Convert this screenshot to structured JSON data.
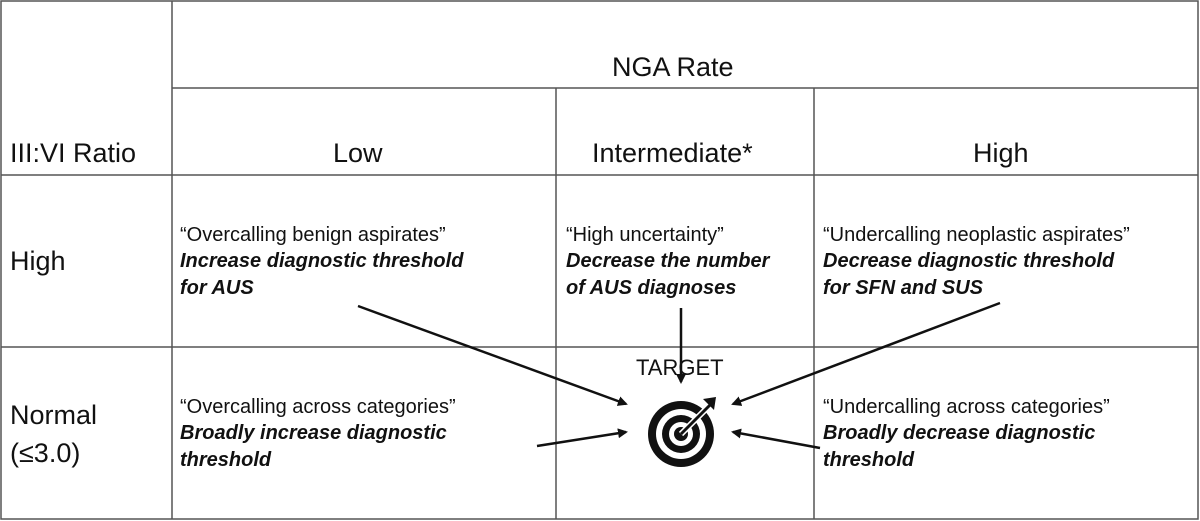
{
  "header": {
    "nga_rate": "NGA Rate",
    "ratio_label": "III:VI Ratio",
    "col_low": "Low",
    "col_intermediate": "Intermediate*",
    "col_high": "High"
  },
  "rows": {
    "high_label": "High",
    "normal_label_1": "Normal",
    "normal_label_2": "(≤3.0)"
  },
  "cells": {
    "high_low": {
      "quote": "“Overcalling benign aspirates”",
      "line1": "Increase diagnostic threshold",
      "line2": "for AUS"
    },
    "high_intermediate": {
      "quote": "“High uncertainty”",
      "line1": "Decrease the number",
      "line2": "of AUS diagnoses"
    },
    "high_high": {
      "quote": "“Undercalling neoplastic aspirates”",
      "line1": "Decrease diagnostic threshold",
      "line2": "for SFN and SUS"
    },
    "normal_low": {
      "quote": "“Overcalling across categories”",
      "line1": "Broadly increase diagnostic",
      "line2": "threshold"
    },
    "normal_high": {
      "quote": "“Undercalling across categories”",
      "line1": "Broadly decrease diagnostic",
      "line2": "threshold"
    }
  },
  "target": {
    "label": "TARGET",
    "icon": "target-icon"
  },
  "colors": {
    "line": "#555555",
    "ink": "#111111"
  }
}
